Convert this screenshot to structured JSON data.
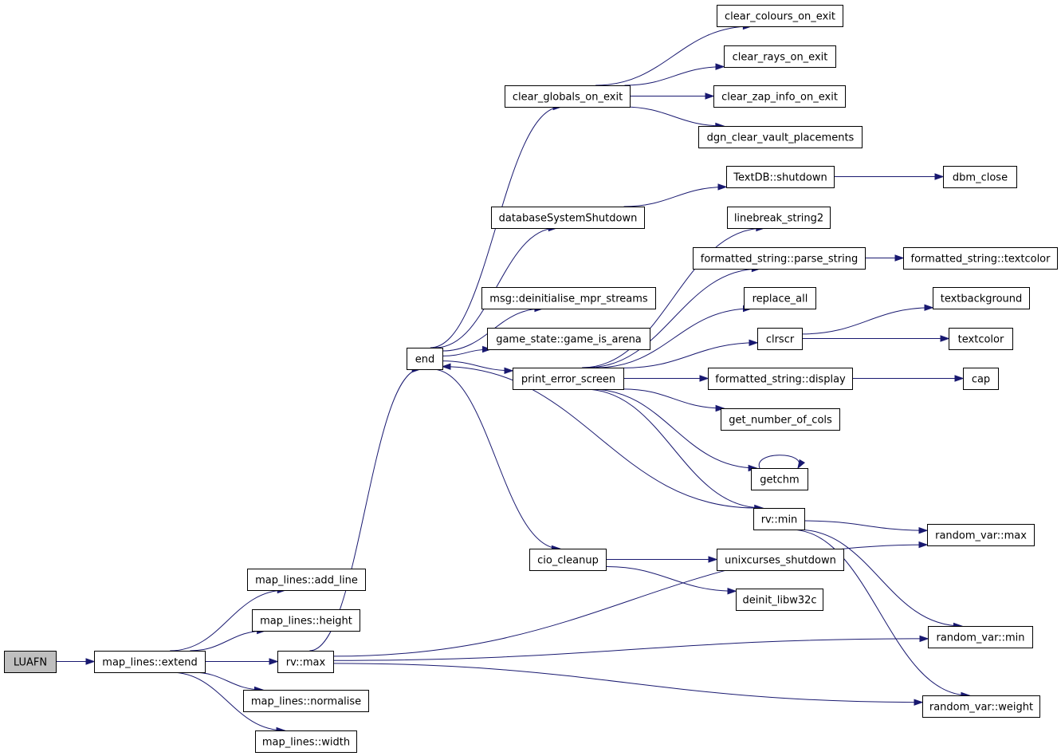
{
  "colors": {
    "edge": "#191970",
    "root_fill": "#bfbfbf",
    "node_fill": "#ffffff",
    "node_border": "#000000"
  },
  "nodes": [
    {
      "id": "luafn",
      "label": "LUAFN"
    },
    {
      "id": "extend",
      "label": "map_lines::extend"
    },
    {
      "id": "add_line",
      "label": "map_lines::add_line"
    },
    {
      "id": "height",
      "label": "map_lines::height"
    },
    {
      "id": "rvmax",
      "label": "rv::max"
    },
    {
      "id": "normalise",
      "label": "map_lines::normalise"
    },
    {
      "id": "width",
      "label": "map_lines::width"
    },
    {
      "id": "end",
      "label": "end"
    },
    {
      "id": "clear_globals",
      "label": "clear_globals_on_exit"
    },
    {
      "id": "clear_colours",
      "label": "clear_colours_on_exit"
    },
    {
      "id": "clear_rays",
      "label": "clear_rays_on_exit"
    },
    {
      "id": "clear_zap",
      "label": "clear_zap_info_on_exit"
    },
    {
      "id": "dgn_clear",
      "label": "dgn_clear_vault_placements"
    },
    {
      "id": "textdb_shutdown",
      "label": "TextDB::shutdown"
    },
    {
      "id": "dbm_close",
      "label": "dbm_close"
    },
    {
      "id": "db_shutdown",
      "label": "databaseSystemShutdown"
    },
    {
      "id": "linebreak",
      "label": "linebreak_string2"
    },
    {
      "id": "parse_string",
      "label": "formatted_string::parse_string"
    },
    {
      "id": "fs_textcolor",
      "label": "formatted_string::textcolor"
    },
    {
      "id": "msg_deinit",
      "label": "msg::deinitialise_mpr_streams"
    },
    {
      "id": "replace_all",
      "label": "replace_all"
    },
    {
      "id": "textbackground",
      "label": "textbackground"
    },
    {
      "id": "game_is_arena",
      "label": "game_state::game_is_arena"
    },
    {
      "id": "clrscr",
      "label": "clrscr"
    },
    {
      "id": "textcolor",
      "label": "textcolor"
    },
    {
      "id": "print_error",
      "label": "print_error_screen"
    },
    {
      "id": "fs_display",
      "label": "formatted_string::display"
    },
    {
      "id": "cap",
      "label": "cap"
    },
    {
      "id": "get_cols",
      "label": "get_number_of_cols"
    },
    {
      "id": "getchm",
      "label": "getchm"
    },
    {
      "id": "rvmin",
      "label": "rv::min"
    },
    {
      "id": "random_max",
      "label": "random_var::max"
    },
    {
      "id": "cio_cleanup",
      "label": "cio_cleanup"
    },
    {
      "id": "unixcurses",
      "label": "unixcurses_shutdown"
    },
    {
      "id": "deinit_libw32c",
      "label": "deinit_libw32c"
    },
    {
      "id": "random_min",
      "label": "random_var::min"
    },
    {
      "id": "random_weight",
      "label": "random_var::weight"
    }
  ],
  "edges": [
    [
      "luafn",
      "extend"
    ],
    [
      "extend",
      "add_line"
    ],
    [
      "extend",
      "height"
    ],
    [
      "extend",
      "rvmax"
    ],
    [
      "extend",
      "normalise"
    ],
    [
      "extend",
      "width"
    ],
    [
      "rvmax",
      "end"
    ],
    [
      "rvmax",
      "random_max"
    ],
    [
      "rvmax",
      "random_min"
    ],
    [
      "rvmax",
      "random_weight"
    ],
    [
      "end",
      "clear_globals"
    ],
    [
      "end",
      "db_shutdown"
    ],
    [
      "end",
      "msg_deinit"
    ],
    [
      "end",
      "game_is_arena"
    ],
    [
      "end",
      "print_error"
    ],
    [
      "end",
      "cio_cleanup"
    ],
    [
      "clear_globals",
      "clear_colours"
    ],
    [
      "clear_globals",
      "clear_rays"
    ],
    [
      "clear_globals",
      "clear_zap"
    ],
    [
      "clear_globals",
      "dgn_clear"
    ],
    [
      "db_shutdown",
      "textdb_shutdown"
    ],
    [
      "textdb_shutdown",
      "dbm_close"
    ],
    [
      "print_error",
      "linebreak"
    ],
    [
      "print_error",
      "parse_string"
    ],
    [
      "print_error",
      "replace_all"
    ],
    [
      "print_error",
      "clrscr"
    ],
    [
      "print_error",
      "fs_display"
    ],
    [
      "print_error",
      "get_cols"
    ],
    [
      "print_error",
      "getchm"
    ],
    [
      "print_error",
      "rvmin"
    ],
    [
      "parse_string",
      "fs_textcolor"
    ],
    [
      "clrscr",
      "textbackground"
    ],
    [
      "clrscr",
      "textcolor"
    ],
    [
      "fs_display",
      "cap"
    ],
    [
      "getchm",
      "getchm"
    ],
    [
      "rvmin",
      "end"
    ],
    [
      "rvmin",
      "random_max"
    ],
    [
      "rvmin",
      "random_min"
    ],
    [
      "rvmin",
      "random_weight"
    ],
    [
      "cio_cleanup",
      "unixcurses"
    ],
    [
      "cio_cleanup",
      "deinit_libw32c"
    ]
  ]
}
